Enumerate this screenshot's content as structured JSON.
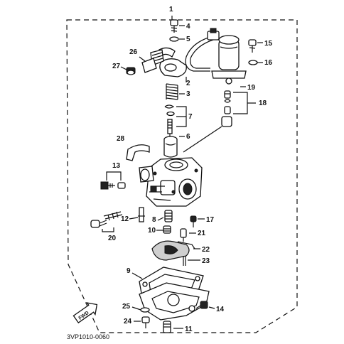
{
  "diagram": {
    "callouts": {
      "c1": "1",
      "c2": "2",
      "c3": "3",
      "c4": "4",
      "c5": "5",
      "c6": "6",
      "c7": "7",
      "c8": "8",
      "c9": "9",
      "c10": "10",
      "c11": "11",
      "c12": "12",
      "c13": "13",
      "c14": "14",
      "c15": "15",
      "c16": "16",
      "c17": "17",
      "c18": "18",
      "c19": "19",
      "c20": "20",
      "c21": "21",
      "c22": "22",
      "c23": "23",
      "c24": "24",
      "c25": "25",
      "c26": "26",
      "c27": "27",
      "c28": "28"
    },
    "fwd_label": "FWD",
    "drawing_code": "3VP1010-0060"
  }
}
